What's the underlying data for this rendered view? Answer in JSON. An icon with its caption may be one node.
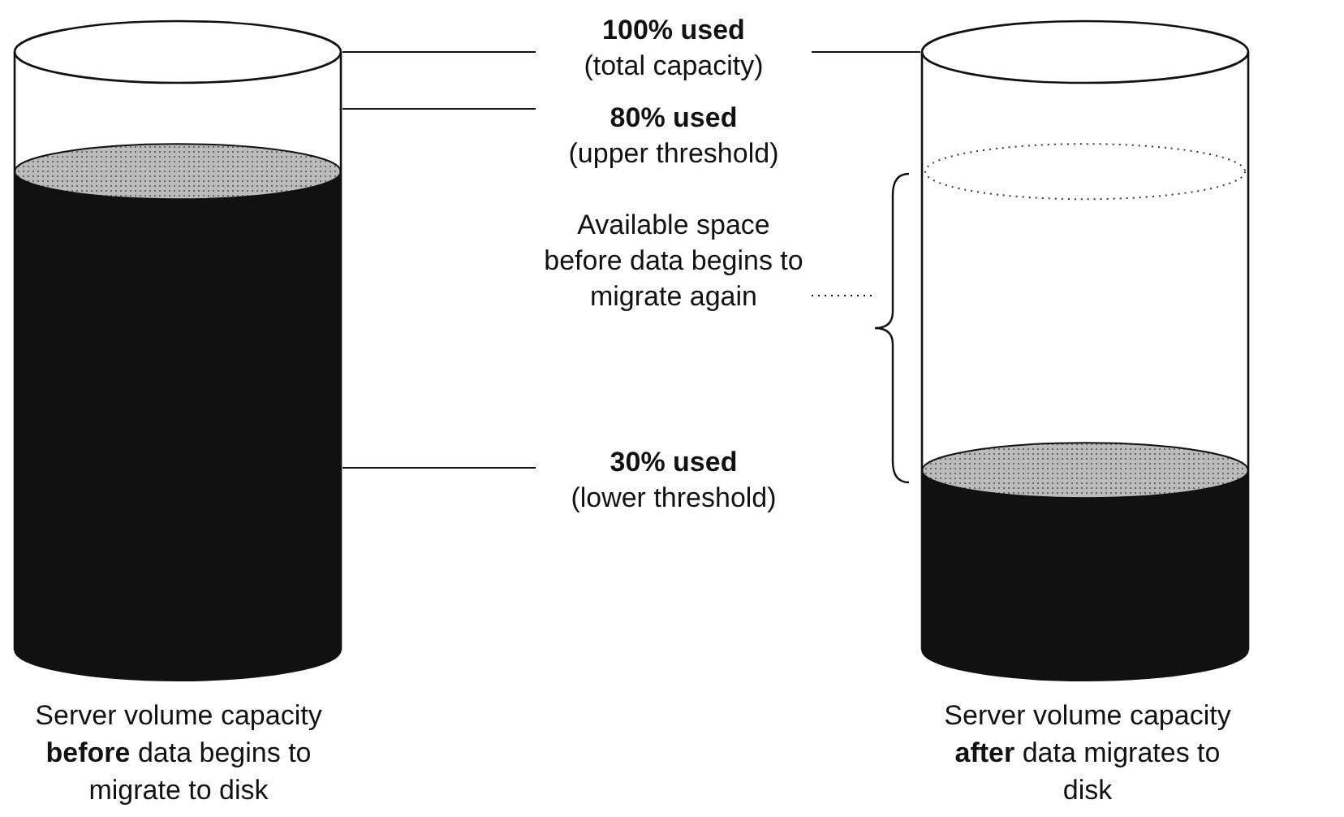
{
  "diagram": {
    "nodes": [
      {
        "text": [],
        "shape": "cylinder",
        "beside": [
          "Server volume capacity **before** data begins to migrate to disk"
        ]
      },
      {
        "text": [
          "100% used",
          "(total capacity)"
        ]
      },
      {
        "text": [
          "80% used",
          "(upper threshold)"
        ]
      },
      {
        "text": [
          "Available space before data begins to migrate again"
        ]
      },
      {
        "text": [
          "30% used",
          "(lower threshold)"
        ]
      },
      {
        "text": [],
        "shape": "cylinder",
        "beside": [
          "Server volume capacity **after** data migrates to disk"
        ]
      },
      {
        "text": [],
        "shape": "brace"
      }
    ],
    "edges": [
      {
        "from": 1,
        "to": 0,
        "arrow": "none"
      },
      {
        "from": 1,
        "to": 5,
        "arrow": "none"
      },
      {
        "from": 2,
        "to": 0,
        "arrow": "none"
      },
      {
        "from": 3,
        "to": 6,
        "arrow": "none",
        "style": "dashed"
      },
      {
        "from": 4,
        "to": 0,
        "arrow": "none"
      }
    ]
  }
}
